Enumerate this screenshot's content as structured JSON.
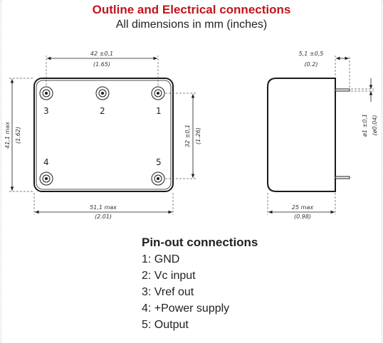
{
  "header": {
    "title": "Outline and Electrical connections",
    "subtitle": "All dimensions in mm (inches)"
  },
  "dimensions": {
    "pin_spacing_h": {
      "mm": "42 ±0,1",
      "inch": "(1.65)"
    },
    "total_width": {
      "mm": "51,1 max",
      "inch": "(2.01)"
    },
    "total_height": {
      "mm": "41,1 max",
      "inch": "(1.62)"
    },
    "pin_spacing_v": {
      "mm": "32 ±0,1",
      "inch": "(1.26)"
    },
    "pin_length": {
      "mm": "5,1 ±0,5",
      "inch": "(0.2)"
    },
    "depth": {
      "mm": "25 max",
      "inch": "(0.98)"
    },
    "pin_diameter": {
      "mm": "ø1 ±0,1",
      "inch": "(ø0.04)"
    }
  },
  "pin_numbers": {
    "p3": "3",
    "p2": "2",
    "p1": "1",
    "p4": "4",
    "p5": "5"
  },
  "pinout": {
    "title": "Pin-out connections",
    "items": [
      "1: GND",
      "2: Vc input",
      "3: Vref out",
      "4: +Power supply",
      "5: Output"
    ]
  },
  "colors": {
    "title": "#c0151c",
    "text": "#222222",
    "line": "#1a1a1a",
    "body_fill": "#ffffff"
  }
}
